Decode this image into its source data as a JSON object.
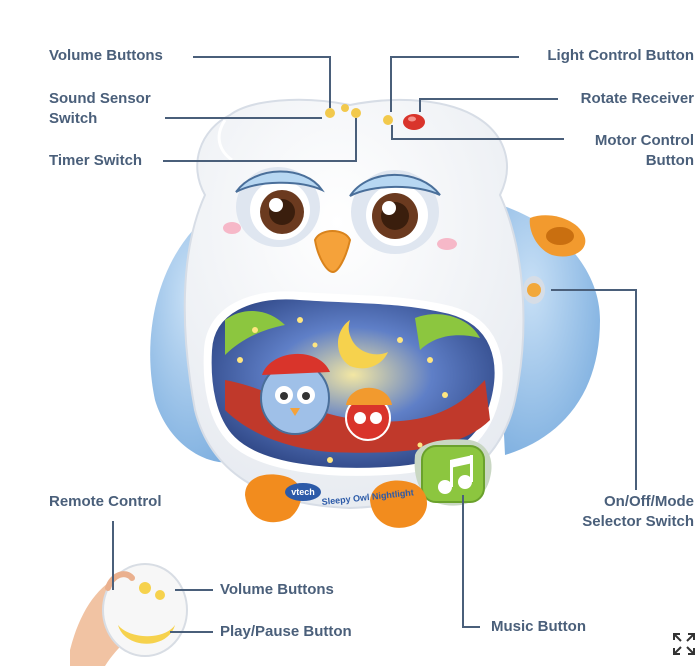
{
  "product": {
    "brand_logo": "vtech",
    "product_name": "Sleepy Owl Nightlight"
  },
  "callouts": {
    "volume_buttons_top": "Volume Buttons",
    "sound_sensor_switch": {
      "line1": "Sound Sensor",
      "line2": "Switch"
    },
    "timer_switch": "Timer Switch",
    "light_control_button": "Light Control Button",
    "rotate_receiver": "Rotate Receiver",
    "motor_control_button": {
      "line1": "Motor Control",
      "line2": "Button"
    },
    "on_off_mode_switch": {
      "line1": "On/Off/Mode",
      "line2": "Selector Switch"
    },
    "remote_control": "Remote Control",
    "volume_buttons_remote": "Volume Buttons",
    "play_pause_button": "Play/Pause Button",
    "music_button": "Music Button"
  },
  "icons": {
    "expand": "expand-icon",
    "music_note": "music-note-icon"
  },
  "colors": {
    "label_text": "#4a5f7a",
    "leader_line": "#4a5f7a",
    "owl_body": "#ffffff",
    "owl_wing": "#9fc6ea",
    "beak": "#f5a23a",
    "music_button": "#8cc63f",
    "rotate_receiver": "#d9342b"
  }
}
